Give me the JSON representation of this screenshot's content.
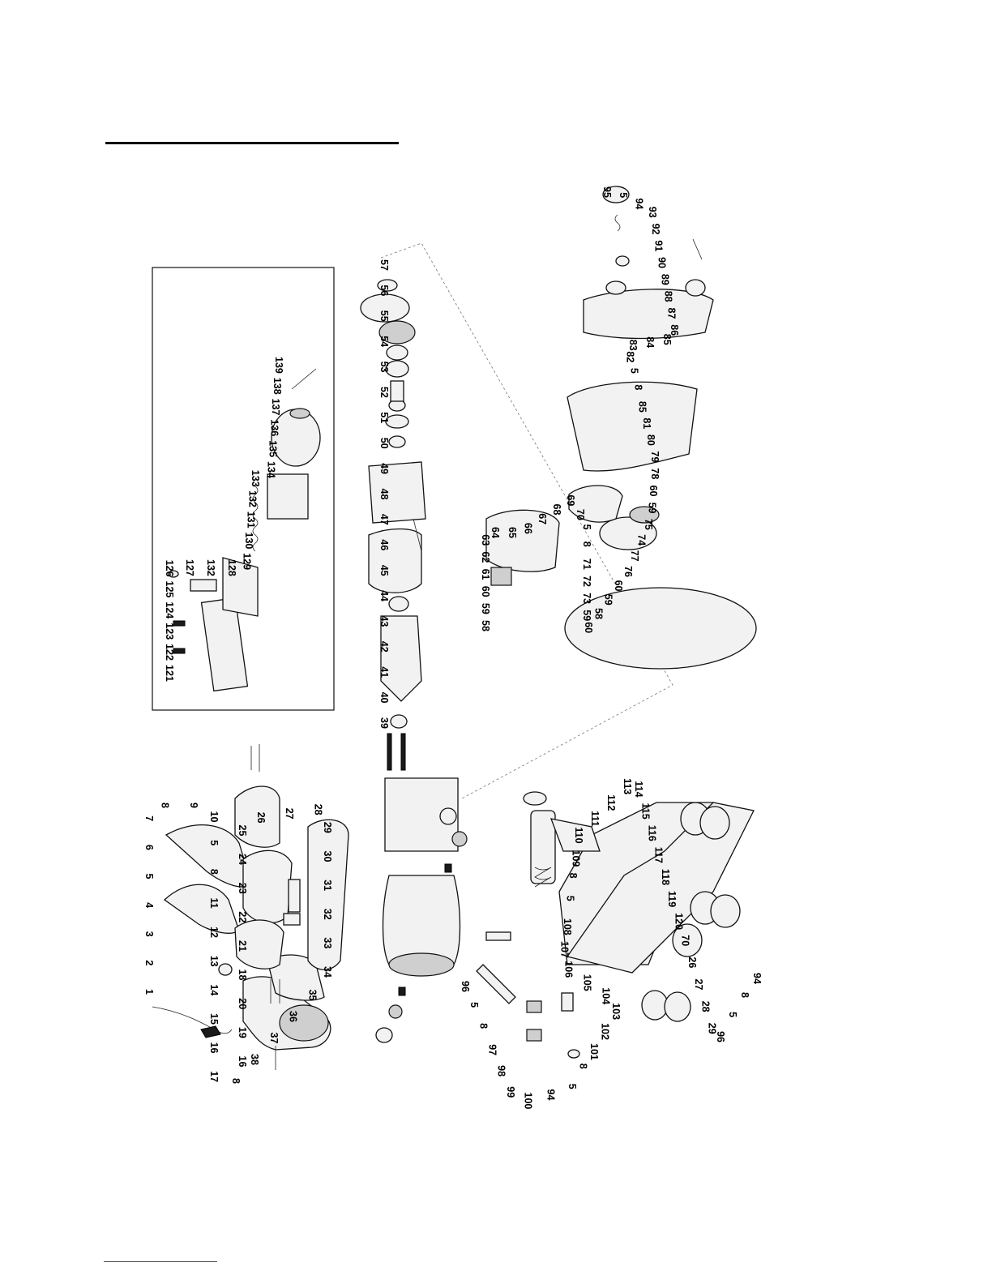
{
  "labels": {
    "row_left": [
      "1",
      "2",
      "3",
      "4",
      "5",
      "6",
      "7",
      "8",
      "9",
      "10",
      "5",
      "8",
      "11",
      "12",
      "13",
      "14",
      "15",
      "16",
      "17",
      "8",
      "16",
      "19",
      "20",
      "18",
      "21",
      "22",
      "23",
      "24",
      "25",
      "26",
      "27",
      "28",
      "29",
      "30",
      "31",
      "32",
      "33",
      "34",
      "35",
      "36",
      "37",
      "38"
    ],
    "row_motor": [
      "39",
      "40",
      "41",
      "42",
      "43",
      "44",
      "45",
      "46",
      "47",
      "48",
      "49",
      "50",
      "51",
      "52",
      "53",
      "54",
      "55",
      "56",
      "57"
    ],
    "row_inset": [
      "121",
      "122",
      "123",
      "124",
      "125",
      "126",
      "127",
      "132",
      "128",
      "129",
      "130",
      "131",
      "132",
      "133",
      "134",
      "135",
      "136",
      "137",
      "138",
      "139"
    ],
    "row_guard": [
      "58",
      "59",
      "60",
      "61",
      "62",
      "63",
      "64",
      "65",
      "66",
      "67",
      "68",
      "69",
      "70",
      "5",
      "8",
      "71",
      "72",
      "73",
      "59",
      "60",
      "58",
      "59",
      "60",
      "76",
      "77",
      "74",
      "75",
      "59",
      "60",
      "78",
      "79",
      "80",
      "81",
      "85",
      "8",
      "5",
      "82",
      "83",
      "84",
      "85",
      "86",
      "87",
      "88",
      "89",
      "90",
      "91",
      "92",
      "93",
      "94",
      "5",
      "95"
    ],
    "row_base": [
      "96",
      "5",
      "8",
      "97",
      "98",
      "99",
      "100",
      "94",
      "5",
      "8",
      "101",
      "102",
      "103",
      "104",
      "105",
      "106",
      "107",
      "108",
      "5",
      "8",
      "109",
      "110",
      "111",
      "112",
      "113",
      "114",
      "115",
      "116",
      "117",
      "118",
      "119",
      "120",
      "70",
      "26",
      "27",
      "28",
      "29",
      "96",
      "5",
      "8",
      "94"
    ]
  }
}
